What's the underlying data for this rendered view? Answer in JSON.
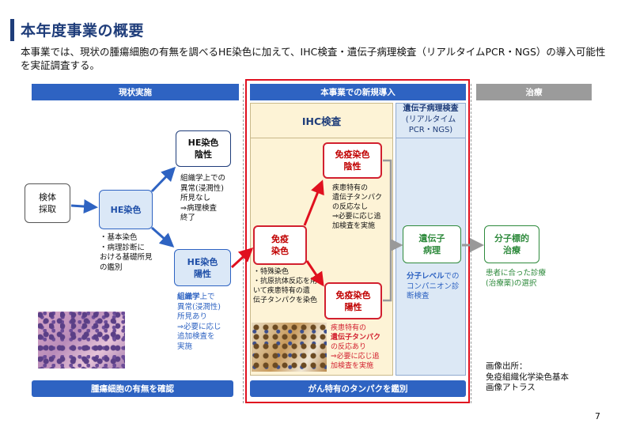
{
  "title": "本年度事業の概要",
  "lead": "本事業では、現状の腫瘍細胞の有無を調べるHE染色に加えて、IHC検査・遺伝子病理検査（リアルタイムPCR・NGS）の導入可能性を実証調査する。",
  "headers": {
    "current": "現状実施",
    "new": "本事業での新規導入",
    "treatment": "治療"
  },
  "flow": {
    "specimen": "検体\n採取",
    "he": "HE染色",
    "he_notes": "・基本染色\n・病理診断に\nおける基礎所見\nの鑑別",
    "he_negative": "HE染色\n陰性",
    "he_negative_notes": "組織学上での\n異常(浸潤性)\n所見なし\n⇒病理検査\n終了",
    "he_positive": "HE染色\n陽性",
    "he_positive_notes_a": "組織学",
    "he_positive_notes_b": "上で\n異常(浸潤性)\n所見あり\n⇒必要に応じ\n追加検査を\n実施",
    "ihc_title": "IHC検査",
    "immuno": "免疫\n染色",
    "immuno_notes": "・特殊染色\n・抗原抗体反応を用\nいて疾患特有の遺\n伝子タンパクを染色",
    "immuno_negative": "免疫染色\n陰性",
    "immuno_negative_notes": "疾患特有の\n遺伝子タンパク\nの反応なし\n⇒必要に応じ追\n加検査を実施",
    "immuno_positive": "免疫染色\n陽性",
    "immuno_positive_notes_a": "疾患特有の",
    "immuno_positive_notes_b": "遺伝子タンパク",
    "immuno_positive_notes_c": "の反応あり\n⇒必要に応じ追\n加検査を実施",
    "genetic_title_a": "遺伝子病理検査",
    "genetic_title_b": "(リアルタイム\nPCR・NGS)",
    "genetic": "遺伝子\n病理",
    "genetic_notes_a": "分子レベル",
    "genetic_notes_b": "での\nコンパニオン診\n断検査",
    "molecular": "分子標的\n治療",
    "molecular_notes": "患者に合った診療\n(治療薬)の選択"
  },
  "footers": {
    "current": "腫瘍細胞の有無を確認",
    "new": "がん特有のタンパクを鑑別"
  },
  "source": "画像出所：\n免疫組織化学染色基本\n画像アトラス",
  "page": "7",
  "colors": {
    "accent": "#2e63c2",
    "title": "#1f3d7a",
    "red": "#d2202f",
    "green": "#2e8a3c"
  }
}
